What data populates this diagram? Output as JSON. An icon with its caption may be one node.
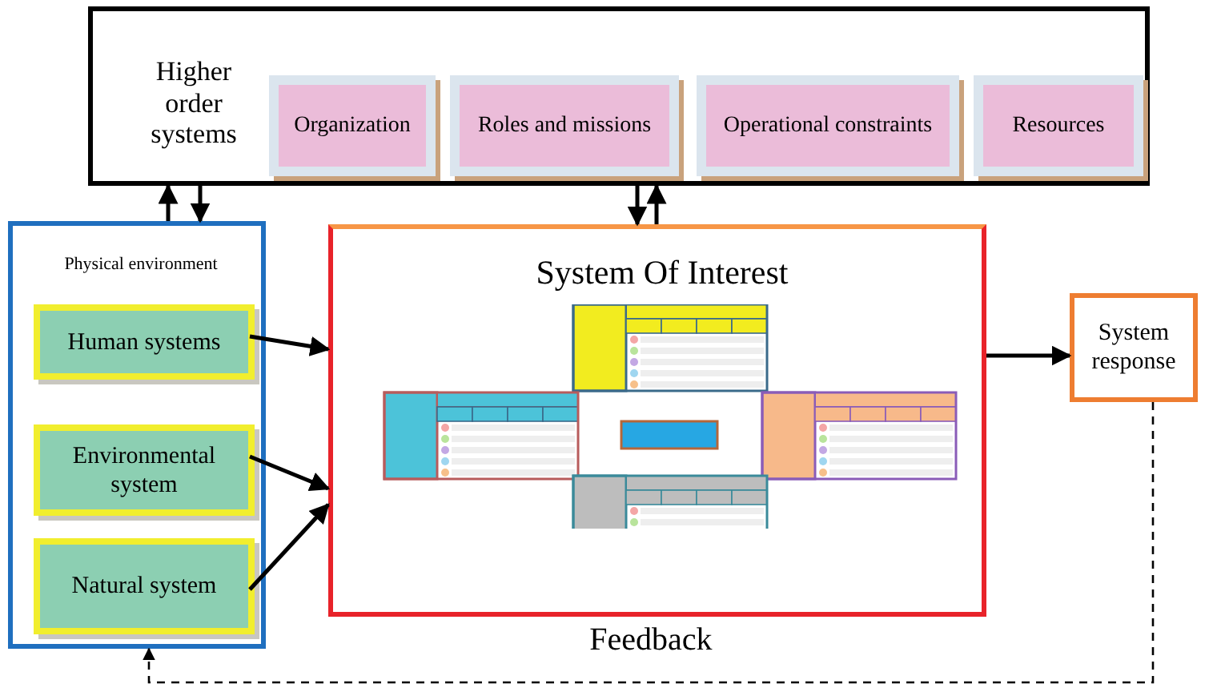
{
  "diagram": {
    "nodes": [
      {
        "text": [
          "Higher order systems"
        ]
      },
      {
        "text": [
          "Organization"
        ],
        "in": 0
      },
      {
        "text": [
          "Roles and missions"
        ],
        "in": 0
      },
      {
        "text": [
          "Operational constraints"
        ],
        "in": 0
      },
      {
        "text": [
          "Resources"
        ],
        "in": 0
      },
      {
        "text": [
          "Physical environment"
        ]
      },
      {
        "text": [
          "Human systems"
        ],
        "in": 5
      },
      {
        "text": [
          "Environmental system"
        ],
        "in": 5
      },
      {
        "text": [
          "Natural system"
        ],
        "in": 5
      },
      {
        "text": [
          "System Of Interest"
        ]
      },
      {
        "text": [
          "System response"
        ]
      }
    ],
    "edges": [
      {
        "from": 5,
        "to": 0,
        "arrow": "to"
      },
      {
        "from": 0,
        "to": 5,
        "arrow": "to"
      },
      {
        "from": 0,
        "to": 9,
        "arrow": "to"
      },
      {
        "from": 9,
        "to": 0,
        "arrow": "to"
      },
      {
        "from": 6,
        "to": 9,
        "arrow": "to"
      },
      {
        "from": 7,
        "to": 9,
        "arrow": "to"
      },
      {
        "from": 8,
        "to": 9,
        "arrow": "to"
      },
      {
        "from": 9,
        "to": 10,
        "arrow": "to"
      },
      {
        "from": 10,
        "to": 5,
        "arrow": "to",
        "style": "dashed",
        "label": "Feedback"
      }
    ]
  }
}
